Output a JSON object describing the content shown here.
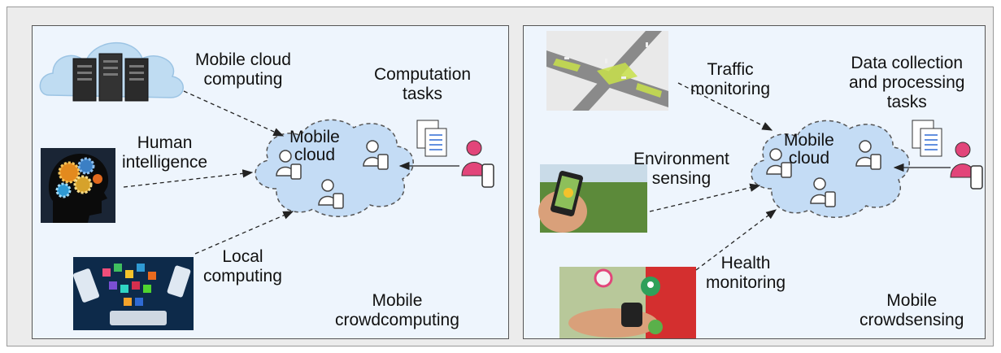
{
  "left": {
    "cloud_top_label": [
      "Mobile cloud",
      "computing"
    ],
    "human_label": [
      "Human",
      "intelligence"
    ],
    "local_label": [
      "Local",
      "computing"
    ],
    "tasks_label": [
      "Computation",
      "tasks"
    ],
    "hub_label": [
      "Mobile",
      "cloud"
    ],
    "panel_caption": [
      "Mobile",
      "crowdcomputing"
    ]
  },
  "right": {
    "traffic_label": [
      "Traffic",
      "monitoring"
    ],
    "env_label": [
      "Environment",
      "sensing"
    ],
    "health_label": [
      "Health",
      "monitoring"
    ],
    "tasks_label": [
      "Data collection",
      "and processing",
      "tasks"
    ],
    "hub_label": [
      "Mobile",
      "cloud"
    ],
    "panel_caption": [
      "Mobile",
      "crowdsensing"
    ]
  },
  "colors": {
    "panel_bg": "#eef5fd",
    "hub_fill": "#c4dcf5",
    "user_pink": "#e2457a",
    "server_dark": "#2b2b2b"
  },
  "icons": [
    "server-cloud-icon",
    "human-head-gears-icon",
    "smartphones-apps-icon",
    "documents-icon",
    "user-with-phone-icon",
    "user-phone-icon",
    "traffic-intersection-icon",
    "smartphone-nature-icon",
    "smartwatch-health-icon"
  ]
}
